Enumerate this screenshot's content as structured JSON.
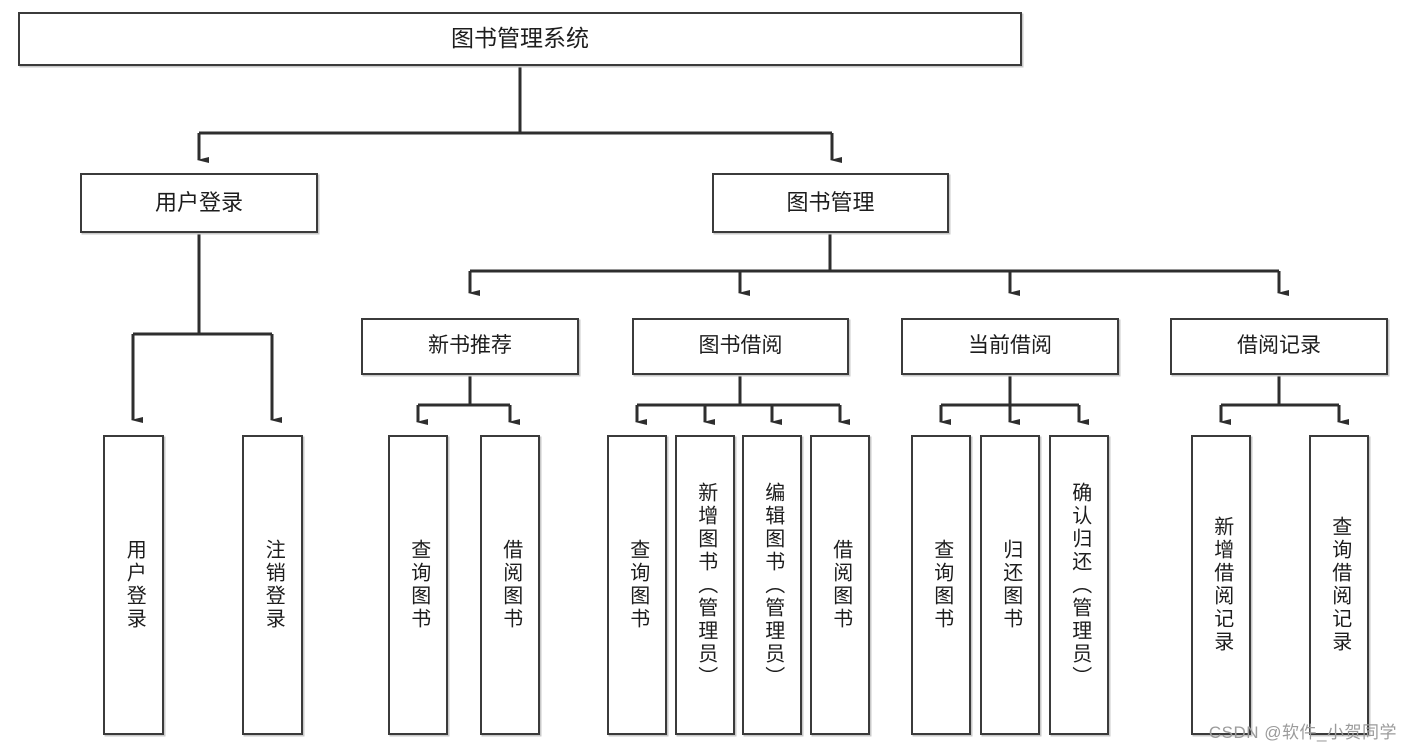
{
  "diagram": {
    "type": "tree",
    "title": "图书管理系统",
    "watermark": "CSDN @软件_小贺同学",
    "colors": {
      "box_border": "#3b3b3b",
      "box_fill": "#ffffff",
      "edge": "#333333",
      "text": "#1d1d1d",
      "watermark": "#9b9b9b"
    },
    "root": {
      "label": "图书管理系统"
    },
    "level2": [
      {
        "id": "user-login",
        "label": "用户登录"
      },
      {
        "id": "book-management",
        "label": "图书管理"
      }
    ],
    "level3": [
      {
        "id": "new-book-recommend",
        "label": "新书推荐",
        "parent": "book-management"
      },
      {
        "id": "book-borrow",
        "label": "图书借阅",
        "parent": "book-management"
      },
      {
        "id": "current-borrow",
        "label": "当前借阅",
        "parent": "book-management"
      },
      {
        "id": "borrow-record",
        "label": "借阅记录",
        "parent": "book-management"
      }
    ],
    "leaves": [
      {
        "id": "leaf-user-login",
        "label": "用户登录",
        "parent": "user-login"
      },
      {
        "id": "leaf-logout-login",
        "label": "注销登录",
        "parent": "user-login"
      },
      {
        "id": "leaf-query-book-1",
        "label": "查询图书",
        "parent": "new-book-recommend"
      },
      {
        "id": "leaf-borrow-book-1",
        "label": "借阅图书",
        "parent": "new-book-recommend"
      },
      {
        "id": "leaf-query-book-2",
        "label": "查询图书",
        "parent": "book-borrow"
      },
      {
        "id": "leaf-add-book",
        "label": "新增图书（管理员）",
        "parent": "book-borrow"
      },
      {
        "id": "leaf-edit-book",
        "label": "编辑图书（管理员）",
        "parent": "book-borrow"
      },
      {
        "id": "leaf-borrow-book-2",
        "label": "借阅图书",
        "parent": "book-borrow"
      },
      {
        "id": "leaf-query-book-3",
        "label": "查询图书",
        "parent": "current-borrow"
      },
      {
        "id": "leaf-return-book",
        "label": "归还图书",
        "parent": "current-borrow"
      },
      {
        "id": "leaf-confirm-return",
        "label": "确认归还（管理员）",
        "parent": "current-borrow"
      },
      {
        "id": "leaf-add-record",
        "label": "新增借阅记录",
        "parent": "borrow-record"
      },
      {
        "id": "leaf-query-record",
        "label": "查询借阅记录",
        "parent": "borrow-record"
      }
    ]
  }
}
